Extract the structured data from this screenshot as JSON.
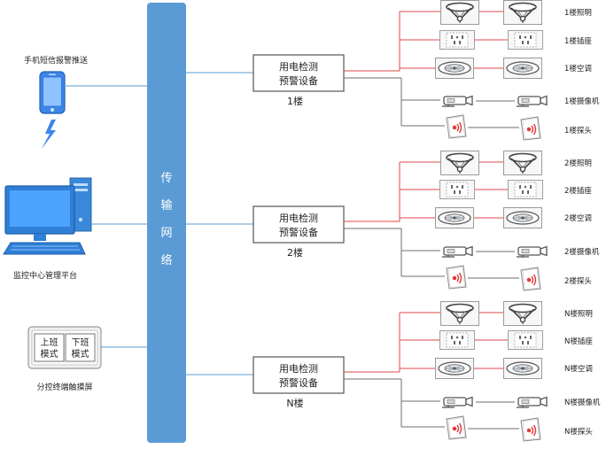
{
  "left": {
    "sms_label": "手机短信报警推送",
    "platform_label": "监控中心管理平台",
    "touchscreen_label": "分控终端触摸屏",
    "mode_buttons": [
      {
        "line1": "上班",
        "line2": "模式"
      },
      {
        "line1": "下班",
        "line2": "模式"
      }
    ]
  },
  "bus": {
    "chars": [
      "传",
      "输",
      "网",
      "络"
    ],
    "color": "#5b9bd5"
  },
  "floors": [
    {
      "device_line1": "用电检测",
      "device_line2": "预警设备",
      "name": "1楼",
      "outputs": [
        "1楼照明",
        "1楼插座",
        "1楼空调",
        "1楼摄像机",
        "1楼探头"
      ]
    },
    {
      "device_line1": "用电检测",
      "device_line2": "预警设备",
      "name": "2楼",
      "outputs": [
        "2楼照明",
        "2楼插座",
        "2楼空调",
        "2楼摄像机",
        "2楼探头"
      ]
    },
    {
      "device_line1": "用电检测",
      "device_line2": "预警设备",
      "name": "N楼",
      "outputs": [
        "N楼照明",
        "N楼插座",
        "N楼空调",
        "N楼摄像机",
        "N楼探头"
      ]
    }
  ],
  "colors": {
    "bus": "#5b9bd5",
    "connector_blue": "#5b9bd5",
    "power_red": "#e0474c",
    "signal_gray": "#6d6d6d",
    "monitor_blue": "#2f7fd6",
    "phone_blue": "#3d86e8",
    "sensor_red": "#e23b3b"
  },
  "icons": [
    "phone-icon",
    "lightning-icon",
    "computer-icon",
    "touchscreen-icon",
    "lamp-icon",
    "socket-icon",
    "ac-icon",
    "camera-icon",
    "sensor-icon"
  ]
}
